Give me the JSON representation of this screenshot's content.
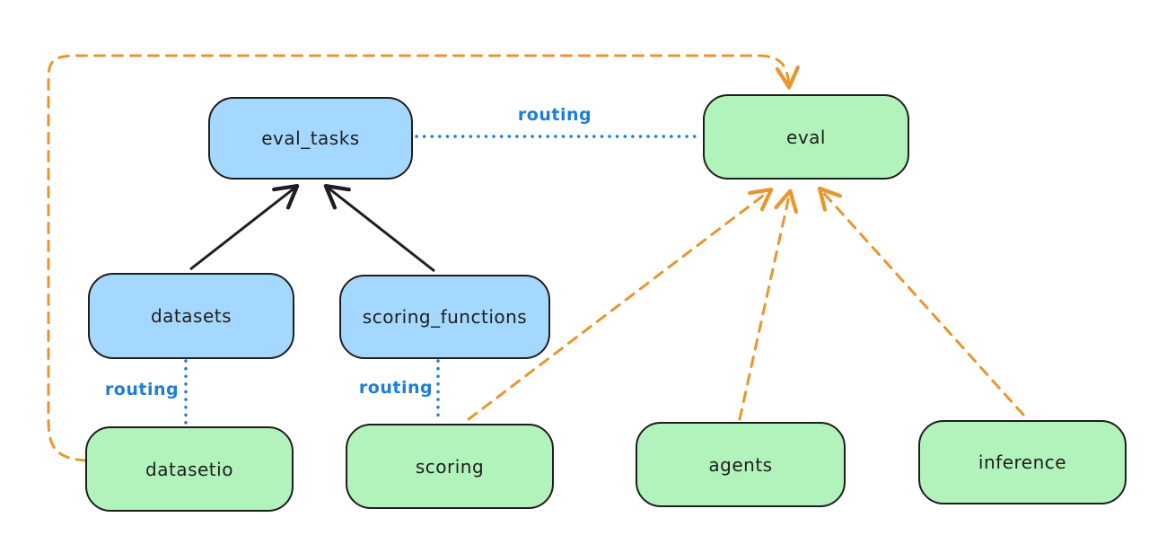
{
  "diagram_type": "architecture-routing-diagram",
  "nodes": {
    "eval_tasks": {
      "label": "eval_tasks",
      "kind": "blue"
    },
    "eval": {
      "label": "eval",
      "kind": "green"
    },
    "datasets": {
      "label": "datasets",
      "kind": "blue"
    },
    "scoring_functions": {
      "label": "scoring_functions",
      "kind": "blue"
    },
    "datasetio": {
      "label": "datasetio",
      "kind": "green"
    },
    "scoring": {
      "label": "scoring",
      "kind": "green"
    },
    "agents": {
      "label": "agents",
      "kind": "green"
    },
    "inference": {
      "label": "inference",
      "kind": "green"
    }
  },
  "edges": [
    {
      "from": "datasets",
      "to": "eval_tasks",
      "style": "solid",
      "color": "black",
      "arrow": true,
      "label": ""
    },
    {
      "from": "scoring_functions",
      "to": "eval_tasks",
      "style": "solid",
      "color": "black",
      "arrow": true,
      "label": ""
    },
    {
      "from": "eval_tasks",
      "to": "eval",
      "style": "dotted",
      "color": "blue",
      "arrow": false,
      "label": "routing"
    },
    {
      "from": "datasets",
      "to": "datasetio",
      "style": "dotted",
      "color": "blue",
      "arrow": false,
      "label": "routing"
    },
    {
      "from": "scoring_functions",
      "to": "scoring",
      "style": "dotted",
      "color": "blue",
      "arrow": false,
      "label": "routing"
    },
    {
      "from": "datasetio",
      "to": "eval",
      "style": "dashed",
      "color": "orange",
      "arrow": true,
      "label": ""
    },
    {
      "from": "scoring",
      "to": "eval",
      "style": "dashed",
      "color": "orange",
      "arrow": true,
      "label": ""
    },
    {
      "from": "agents",
      "to": "eval",
      "style": "dashed",
      "color": "orange",
      "arrow": true,
      "label": ""
    },
    {
      "from": "inference",
      "to": "eval",
      "style": "dashed",
      "color": "orange",
      "arrow": true,
      "label": ""
    }
  ],
  "colors": {
    "blue_fill": "#a5d8ff",
    "green_fill": "#b2f2bb",
    "stroke": "#1e1e1e",
    "orange": "#e8962d",
    "blue_line": "#1c7ed6",
    "background": "#ffffff"
  }
}
